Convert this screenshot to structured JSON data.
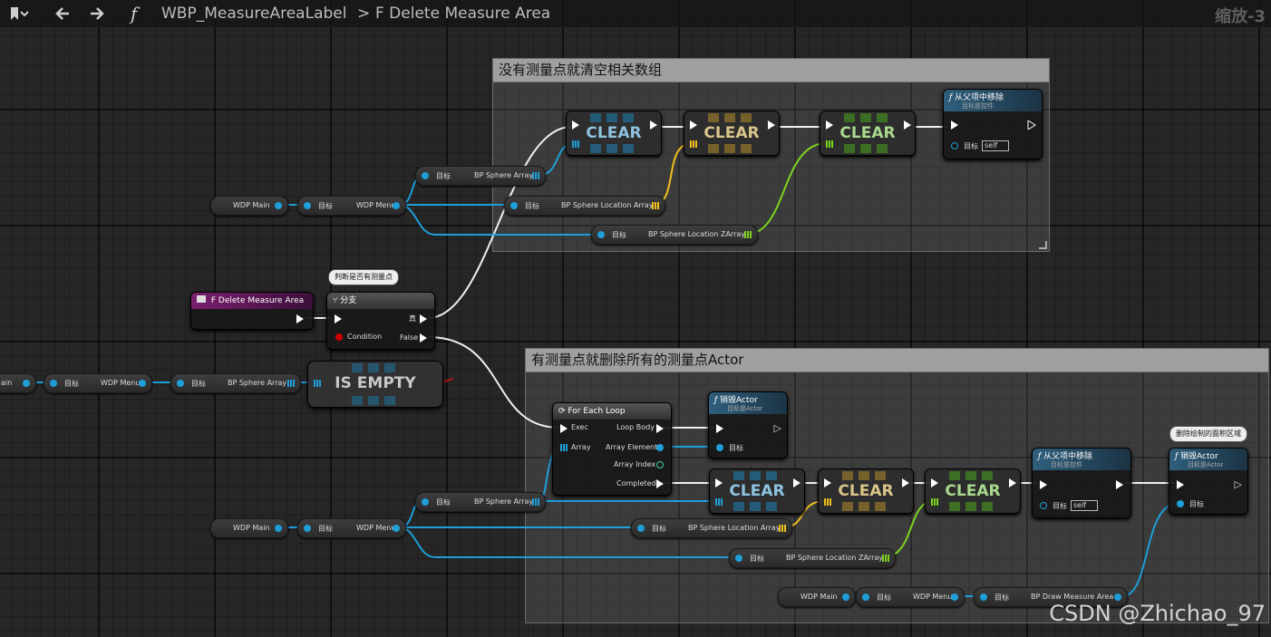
{
  "toolbar": {
    "bookmark_icon": "bookmark-icon",
    "back_icon": "arrow-left-icon",
    "forward_icon": "arrow-right-icon",
    "function_glyph": "f",
    "breadcrumb_root": "WBP_MeasureAreaLabel",
    "breadcrumb_separator": ">",
    "breadcrumb_current": "F Delete Measure Area",
    "zoom_label": "缩放-3"
  },
  "comments": {
    "top": "没有测量点就清空相关数组",
    "bottom": "有测量点就删除所有的测量点Actor"
  },
  "labels": {
    "wdp_main": "WDP Main",
    "wdp_menu": "WDP Menu",
    "main_partial": "ain",
    "target": "目标",
    "self": "self",
    "bp_sphere_array": "BP Sphere Array",
    "bp_sphere_location_array": "BP Sphere Location Array",
    "bp_sphere_location_zarray": "BP Sphere Location ZArray",
    "bp_draw_measure_area": "BP Draw Measure Area",
    "clear": "CLEAR",
    "is_empty": "IS EMPTY"
  },
  "nodes": {
    "event": {
      "title": "F Delete Measure Area"
    },
    "branch": {
      "title": "分支",
      "condition": "Condition",
      "true_label": "真",
      "false_label": "False",
      "comment": "判断是否有测量点"
    },
    "remove_from_parent": {
      "title": "从父项中移除",
      "subtitle": "目标是控件"
    },
    "foreach": {
      "title": "For Each Loop",
      "exec": "Exec",
      "array": "Array",
      "loop_body": "Loop Body",
      "array_element": "Array Element",
      "array_index": "Array Index",
      "completed": "Completed"
    },
    "destroy_actor": {
      "title": "销毁Actor",
      "subtitle": "目标是Actor",
      "comment": "删除绘制的面积区域"
    }
  },
  "colors": {
    "object_pin": "#1f9ed8",
    "vector_pin": "#f0c020",
    "float_pin": "#7ed321",
    "event_header": "#7a1f6f",
    "function_header": "#2f5f7d"
  },
  "watermark": "CSDN @Zhichao_97"
}
